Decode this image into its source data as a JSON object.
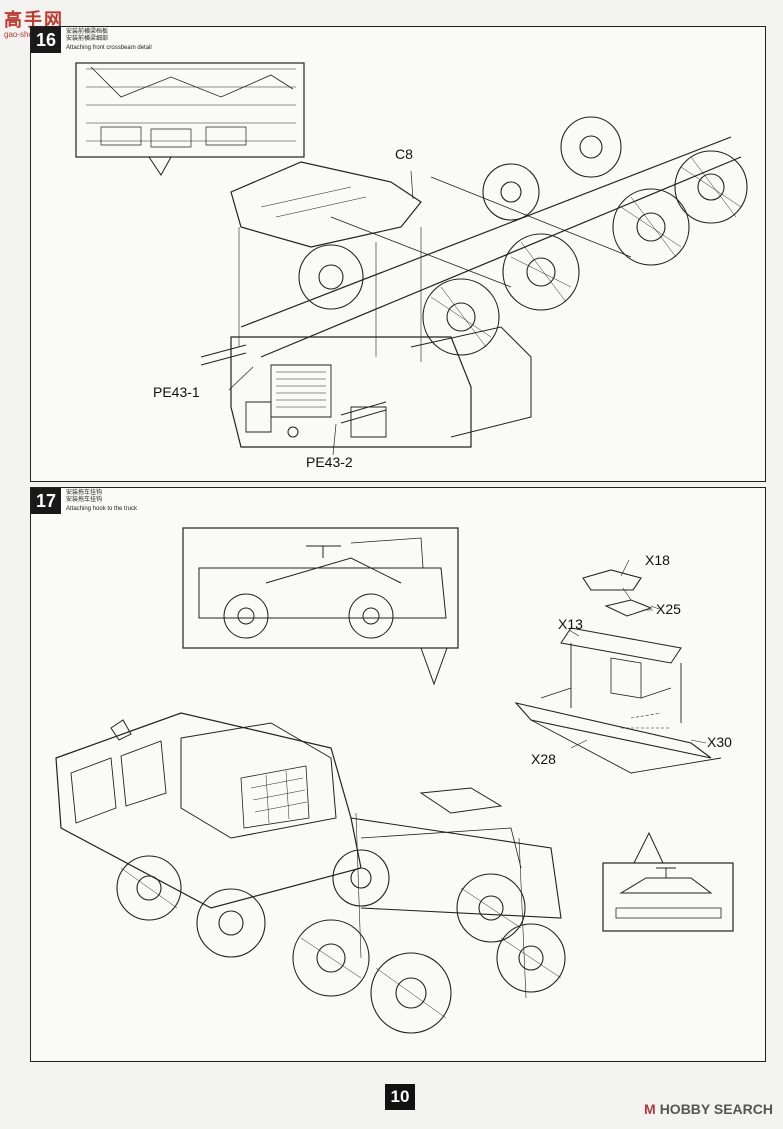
{
  "site": {
    "name_cn": "高手网",
    "url": "gao-shou.com"
  },
  "step16": {
    "number": "16",
    "desc_cn_1": "安装前横梁档板",
    "desc_cn_2": "安装前横梁细部",
    "desc_en": "Attaching front crossbeam detail",
    "parts": {
      "c8": "C8",
      "pe43_1": "PE43-1",
      "pe43_2": "PE43-2"
    }
  },
  "step17": {
    "number": "17",
    "desc_cn_1": "安装拖车挂钩",
    "desc_cn_2": "安装拖车挂钩",
    "desc_en": "Attaching hook to the truck",
    "parts": {
      "x18": "X18",
      "x25": "X25",
      "x13": "X13",
      "x30": "X30",
      "x28": "X28"
    }
  },
  "page_number": "10",
  "watermark": {
    "mark": "M",
    "text": "HOBBY SEARCH"
  },
  "colors": {
    "line": "#222222",
    "paper": "#fafaf8",
    "badge": "#1a1a1a",
    "site_logo": "#c0392b"
  }
}
